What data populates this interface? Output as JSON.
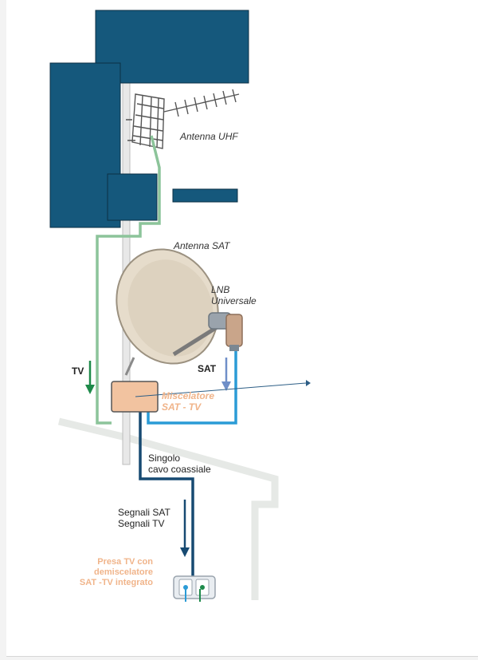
{
  "labels": {
    "antenna_uhf": "Antenna UHF",
    "antenna_sat": "Antenna SAT",
    "lnb_line1": "LNB",
    "lnb_line2": "Universale",
    "tv": "TV",
    "sat": "SAT",
    "mixer_line1": "Miscelatore",
    "mixer_line2": "SAT - TV",
    "cable_line1": "Singolo",
    "cable_line2": "cavo coassiale",
    "signals_line1": "Segnali SAT",
    "signals_line2": "Segnali TV",
    "outlet_line1": "Presa TV con",
    "outlet_line2": "demiscelatore",
    "outlet_line3": "SAT -TV integrato"
  },
  "colors": {
    "redaction": "#15587c",
    "tv_line": "#8cc49a",
    "tv_arrow": "#1e8a4a",
    "sat_line": "#2b9bd6",
    "sat_arrow": "#6f8fc8",
    "coax": "#174a72",
    "mixer": "#f2c3a0",
    "outlet_text": "#f0b48a",
    "dish": "#e6dccb",
    "wall": "#e9ece9"
  }
}
